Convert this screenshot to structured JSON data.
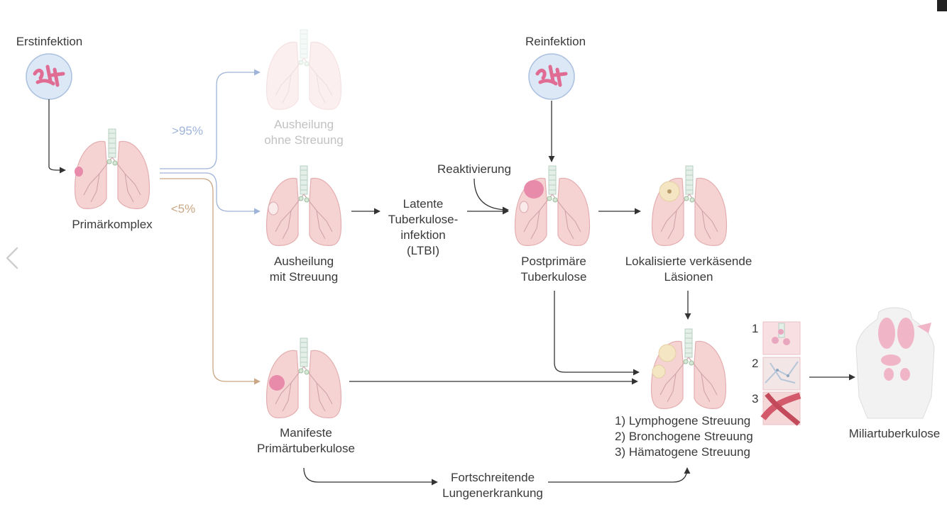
{
  "labels": {
    "erstinfektion": "Erstinfektion",
    "reinfektion": "Reinfektion",
    "primaerkomplex": "Primärkomplex",
    "pct_high": ">95%",
    "pct_low": "<5%",
    "ausheilung_ohne": [
      "Ausheilung",
      "ohne Streuung"
    ],
    "ausheilung_mit": [
      "Ausheilung",
      "mit Streuung"
    ],
    "ltbi": [
      "Latente",
      "Tuberkulose-",
      "infektion",
      "(LTBI)"
    ],
    "reaktivierung": "Reaktivierung",
    "postprimaer": [
      "Postprimäre",
      "Tuberkulose"
    ],
    "lokalisierte": [
      "Lokalisierte verkäsende",
      "Läsionen"
    ],
    "manifeste": [
      "Manifeste",
      "Primärtuberkulose"
    ],
    "fortschreitende": [
      "Fortschreitende",
      "Lungenerkrankung"
    ],
    "streuung": [
      "1) Lymphogene Streuung",
      "2) Bronchogene Streuung",
      "3) Hämatogene Streuung"
    ],
    "miliar": "Miliartuberkulose",
    "inset_numbers": [
      "1",
      "2",
      "3"
    ]
  },
  "colors": {
    "lung_fill": "#f6d3d3",
    "lung_stroke": "#e3aeb0",
    "lesion": "#e88aaa",
    "bacteria_circle": "#dce8f6",
    "bacteria": "#e06c93",
    "arrow_dark": "#333333",
    "arrow_blue": "#9fb4d8",
    "arrow_tan": "#c9a784"
  },
  "icons": [
    "bacteria-icon",
    "lung-icon",
    "body-icon",
    "chevron-left-icon"
  ]
}
